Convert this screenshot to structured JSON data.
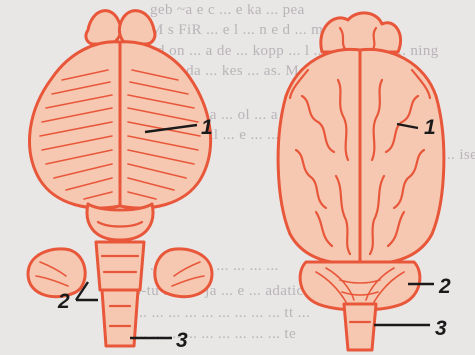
{
  "background_text": [
    "geb ~a e c ... e ka ... pea",
    "M s FiR ... e l ... n e d ... m e",
    "ed on ... a de ... kopp ... l ... s ... t ... a ... ning",
    "... ideda ... kes ... as. M ... ahu",
    "K ...  ... e a ... ol ... a ... d ... d ... ane ... a",
    "r ... ... ... il ... e ... ... ... ... ... ...",
    "... ga d ... ise l",
    "... ... ... ... ... ... ... ...",
    "s-tu ... l ... ja ... e ... adatic",
    "... ... ... ... ... ... ... ... ... tt ...",
    "... ... ... ... ... ... ... ... ... te"
  ],
  "labels": {
    "left_1": "1",
    "left_2": "2",
    "left_3": "3",
    "right_1": "1",
    "right_2": "2",
    "right_3": "3"
  },
  "colors": {
    "drawing": "#e8573a",
    "fill": "#f6c8b2",
    "leader": "#1a1a1a"
  }
}
